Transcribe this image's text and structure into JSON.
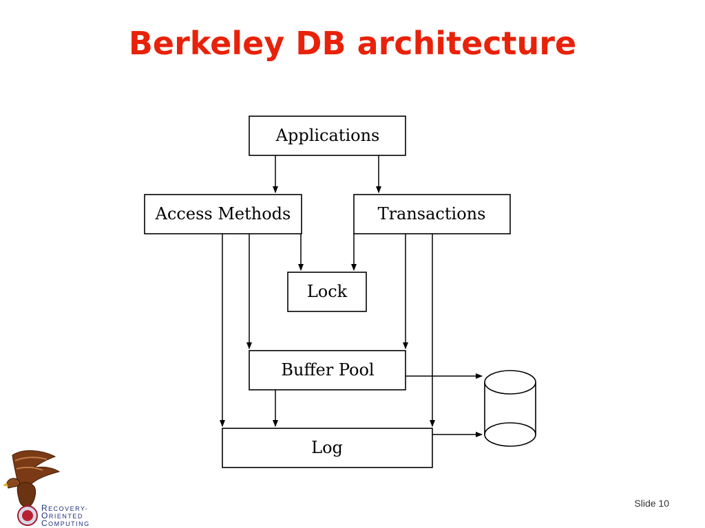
{
  "slide": {
    "title": "Berkeley DB architecture",
    "number_label": "Slide 10"
  },
  "diagram": {
    "nodes": [
      {
        "id": "applications",
        "label": "Applications"
      },
      {
        "id": "access_methods",
        "label": "Access Methods"
      },
      {
        "id": "transactions",
        "label": "Transactions"
      },
      {
        "id": "lock",
        "label": "Lock"
      },
      {
        "id": "buffer_pool",
        "label": "Buffer Pool"
      },
      {
        "id": "log",
        "label": "Log"
      },
      {
        "id": "disk",
        "label": ""
      }
    ],
    "edges": [
      {
        "from": "applications",
        "to": "access_methods"
      },
      {
        "from": "applications",
        "to": "transactions"
      },
      {
        "from": "access_methods",
        "to": "lock"
      },
      {
        "from": "transactions",
        "to": "lock"
      },
      {
        "from": "access_methods",
        "to": "buffer_pool"
      },
      {
        "from": "transactions",
        "to": "buffer_pool"
      },
      {
        "from": "access_methods",
        "to": "log"
      },
      {
        "from": "buffer_pool",
        "to": "log"
      },
      {
        "from": "transactions",
        "to": "log"
      },
      {
        "from": "buffer_pool",
        "to": "disk"
      },
      {
        "from": "log",
        "to": "disk"
      }
    ]
  },
  "logo": {
    "line1_initial": "R",
    "line1_rest": "ECOVERY-",
    "line2_initial": "O",
    "line2_rest": "RIENTED",
    "line3_initial": "C",
    "line3_rest": "OMPUTING",
    "icon": "eagle-logo-icon",
    "text_color": "#1c2d7a"
  },
  "colors": {
    "title": "#e8220a",
    "diagram_stroke": "#000000",
    "background": "#ffffff"
  }
}
